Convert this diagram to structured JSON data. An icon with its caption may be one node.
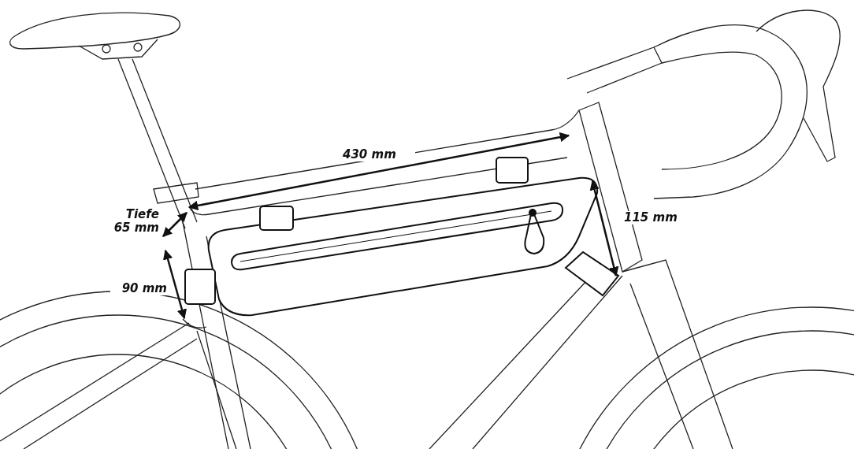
{
  "diagram": {
    "labels": [
      "430 mm",
      "Tiefe 65 mm",
      "115 mm",
      "90 mm"
    ]
  }
}
